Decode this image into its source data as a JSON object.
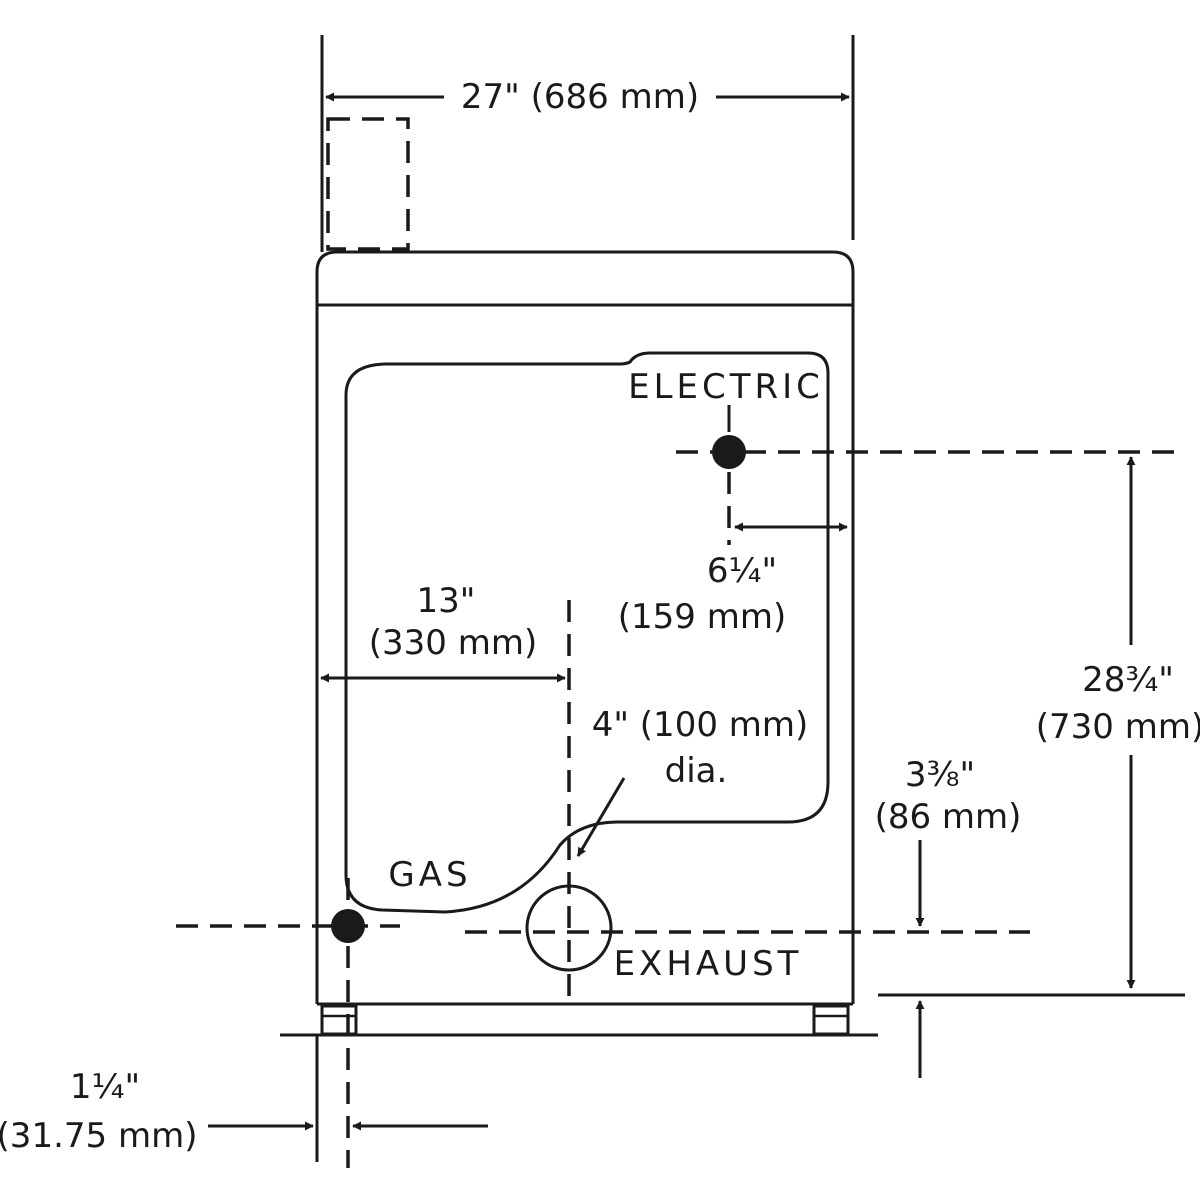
{
  "labels": {
    "width_overall": "27\" (686 mm)",
    "electric": "ELECTRIC",
    "gas": "GAS",
    "exhaust": "EXHAUST",
    "electric_offset_in": "6¼\"",
    "electric_offset_mm": "(159 mm)",
    "exhaust_offset_in": "13\"",
    "exhaust_offset_mm": "(330 mm)",
    "exhaust_dia_size": "4\" (100 mm)",
    "exhaust_dia_word": "dia.",
    "electric_height_in": "28¾\"",
    "electric_height_mm": "(730 mm)",
    "exhaust_height_in": "3⅜\"",
    "exhaust_height_mm": "(86 mm)",
    "gas_offset_in": "1¼\"",
    "gas_offset_mm": "(31.75 mm)"
  },
  "colors": {
    "ink": "#1a1a1a",
    "background": "#ffffff"
  }
}
